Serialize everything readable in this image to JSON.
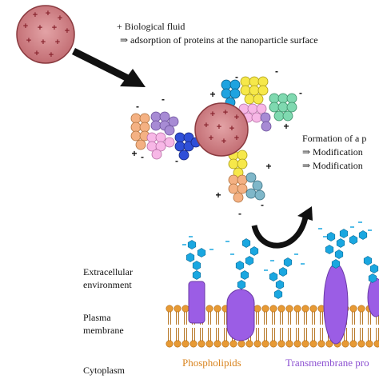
{
  "top_text": {
    "line1": "+ Biological fluid",
    "line2": "⇒ adsorption of proteins at the nanoparticle surface"
  },
  "corona_text": {
    "line1": "Formation of a p",
    "line2": "⇒ Modification",
    "line3": "⇒ Modification"
  },
  "left_labels": {
    "extracellular": [
      "Extracellular",
      "environment"
    ],
    "plasma": [
      "Plasma",
      "membrane"
    ],
    "cytoplasm": "Cytoplasm"
  },
  "legend": {
    "phospholipids": "Phospholipids",
    "transmembrane": "Transmembrane pro"
  },
  "colors": {
    "nanoparticle": "#c9757a",
    "nanoparticle_border": "#8a3a3f",
    "lipid_head": "#e79a35",
    "protein": "#9b5de5",
    "sugar": "#1aa7e0",
    "arrow": "#111111"
  }
}
